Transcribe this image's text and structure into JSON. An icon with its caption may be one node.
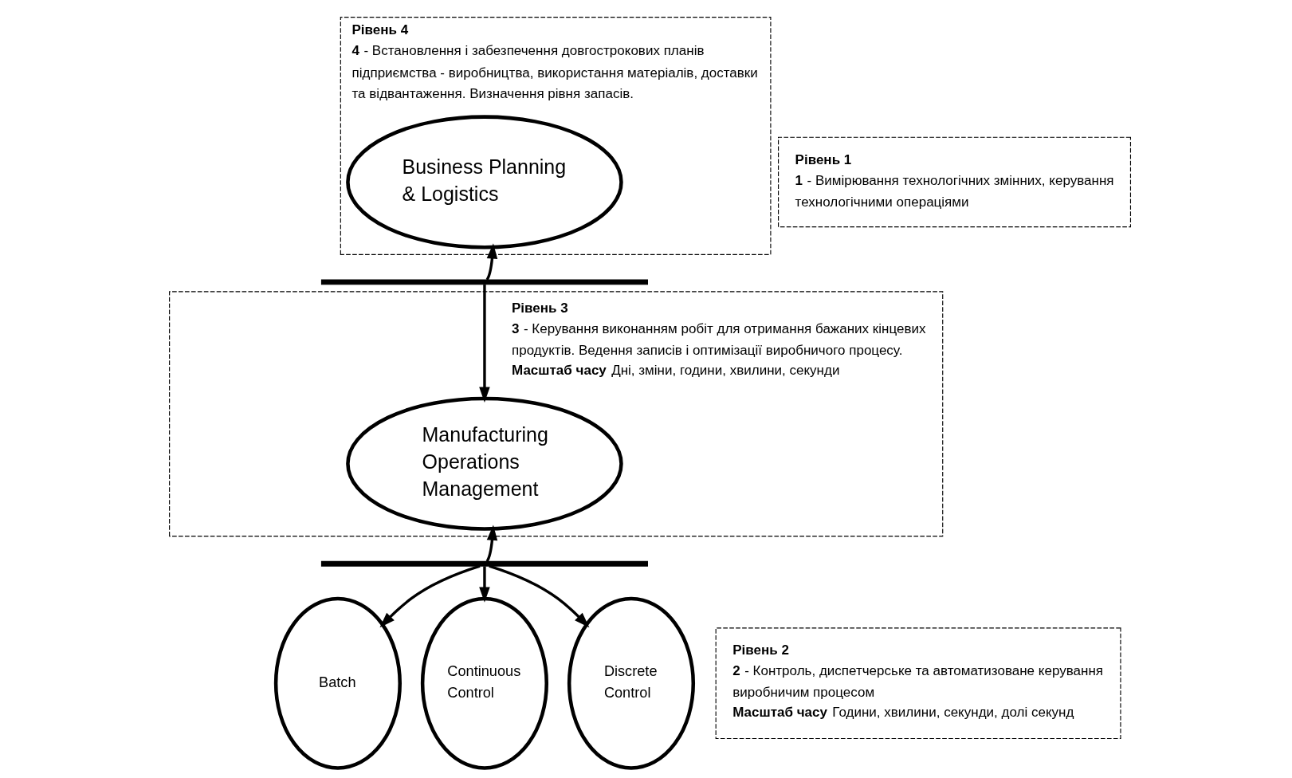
{
  "diagram": {
    "nodes": [
      {
        "text": [
          "Рівень 4",
          "**4** - Встановлення і забезпечення довгострокових планів підприємства - виробництва, використання матеріалів, доставки та відвантаження. Визначення рівня запасів."
        ]
      },
      {
        "text": [
          "Business Planning & Logistics"
        ],
        "in": 0
      },
      {
        "text": [],
        "shape": "bar"
      },
      {
        "text": [
          "Рівень 3",
          "**3** - Керування виконанням робіт для отримання бажаних кінцевих продуктів. Ведення записів і оптимізації виробничого процесу.",
          "**Масштаб часу** Дні, зміни, години, хвилини, секунди"
        ]
      },
      {
        "text": [
          "Manufacturing Operations Management"
        ],
        "in": 3
      },
      {
        "text": [],
        "shape": "bar"
      },
      {
        "text": [
          "Рівень 2",
          "**2** - Контроль, диспетчерське та автоматизоване керування виробничим процесом",
          "**Масштаб часу** Години, хвилини, секунди, долі секунд"
        ]
      },
      {
        "text": [
          "Batch"
        ]
      },
      {
        "text": [
          "Continuous Control"
        ]
      },
      {
        "text": [
          "Discrete Control"
        ]
      },
      {
        "text": [
          "Рівень 1",
          "**1** - Вимірювання технологічних змінних, керування технологічними операціями"
        ]
      }
    ],
    "edges": [
      {
        "from": 2,
        "to": 1,
        "arrow": "to"
      },
      {
        "from": 2,
        "to": 4,
        "arrow": "to"
      },
      {
        "from": 5,
        "to": 4,
        "arrow": "to"
      },
      {
        "from": 5,
        "to": 7,
        "arrow": "to"
      },
      {
        "from": 5,
        "to": 8,
        "arrow": "to"
      },
      {
        "from": 5,
        "to": 9,
        "arrow": "to"
      }
    ]
  }
}
